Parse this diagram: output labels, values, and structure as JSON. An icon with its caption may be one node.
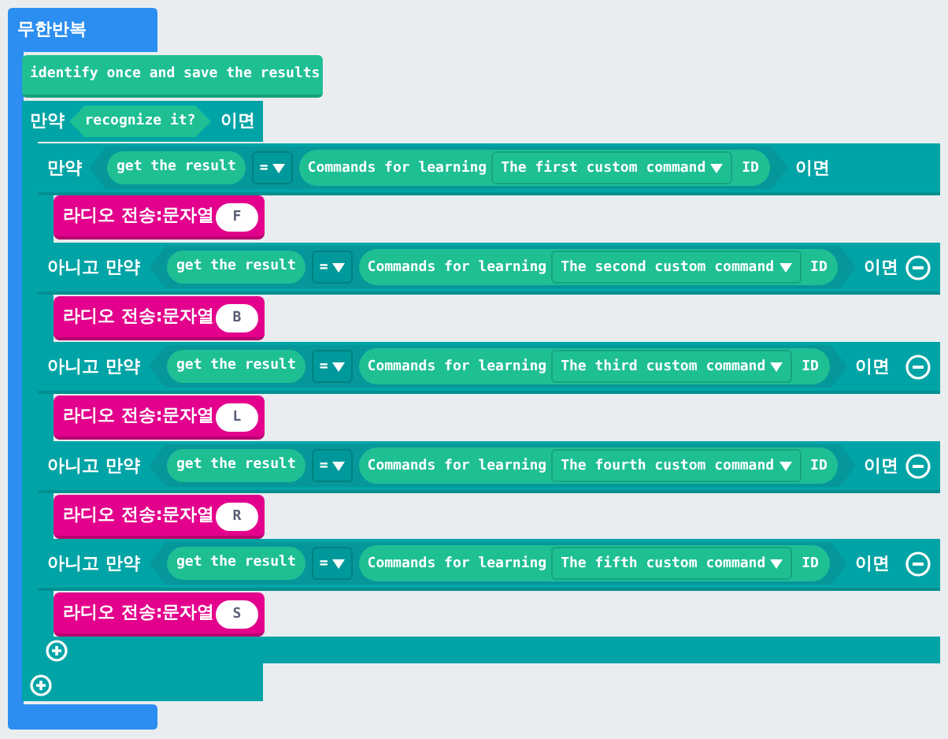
{
  "diagram": {
    "nodes": [
      {
        "text": [
          "무한반복"
        ]
      },
      {
        "text": [
          "identify once and save the results"
        ]
      },
      {
        "text": [
          "만약",
          "이면"
        ]
      },
      {
        "text": [
          "recognize it?"
        ],
        "in": 2
      },
      {
        "text": [],
        "shape": "box"
      },
      {
        "text": [
          "만약",
          "이면"
        ],
        "in": 4
      },
      {
        "text": [],
        "shape": "hexagon",
        "in": 5
      },
      {
        "text": [
          "get the result"
        ],
        "in": 6
      },
      {
        "text": [
          "="
        ],
        "in": 6
      },
      {
        "text": [
          "Commands for learning",
          "ID"
        ],
        "in": 6
      },
      {
        "text": [
          "The first custom command"
        ],
        "in": 9
      },
      {
        "text": [
          "라디오 전송:문자열"
        ],
        "in": 4
      },
      {
        "text": [
          "F"
        ],
        "in": 11
      },
      {
        "text": [
          "아니고 만약",
          "이면"
        ],
        "in": 4
      },
      {
        "text": [],
        "shape": "hexagon",
        "in": 13
      },
      {
        "text": [
          "get the result"
        ],
        "in": 14
      },
      {
        "text": [
          "="
        ],
        "in": 14
      },
      {
        "text": [
          "Commands for learning",
          "ID"
        ],
        "in": 14
      },
      {
        "text": [
          "The second custom command"
        ],
        "in": 17
      },
      {
        "text": [
          "라디오 전송:문자열"
        ],
        "in": 4
      },
      {
        "text": [
          "B"
        ],
        "in": 19
      },
      {
        "text": [
          "아니고 만약",
          "이면"
        ],
        "in": 4
      },
      {
        "text": [],
        "shape": "hexagon",
        "in": 21
      },
      {
        "text": [
          "get the result"
        ],
        "in": 22
      },
      {
        "text": [
          "="
        ],
        "in": 22
      },
      {
        "text": [
          "Commands for learning",
          "ID"
        ],
        "in": 22
      },
      {
        "text": [
          "The third custom command"
        ],
        "in": 25
      },
      {
        "text": [
          "라디오 전송:문자열"
        ],
        "in": 4
      },
      {
        "text": [
          "L"
        ],
        "in": 27
      },
      {
        "text": [
          "아니고 만약",
          "이면"
        ],
        "in": 4
      },
      {
        "text": [],
        "shape": "hexagon",
        "in": 29
      },
      {
        "text": [
          "get the result"
        ],
        "in": 30
      },
      {
        "text": [
          "="
        ],
        "in": 30
      },
      {
        "text": [
          "Commands for learning",
          "ID"
        ],
        "in": 30
      },
      {
        "text": [
          "The fourth custom command"
        ],
        "in": 33
      },
      {
        "text": [
          "라디오 전송:문자열"
        ],
        "in": 4
      },
      {
        "text": [
          "R"
        ],
        "in": 35
      },
      {
        "text": [
          "아니고 만약",
          "이면"
        ],
        "in": 4
      },
      {
        "text": [],
        "shape": "hexagon",
        "in": 37
      },
      {
        "text": [
          "get the result"
        ],
        "in": 38
      },
      {
        "text": [
          "="
        ],
        "in": 38
      },
      {
        "text": [
          "Commands for learning",
          "ID"
        ],
        "in": 38
      },
      {
        "text": [
          "The fifth custom command"
        ],
        "in": 41
      },
      {
        "text": [
          "라디오 전송:문자열"
        ],
        "in": 4
      },
      {
        "text": [
          "S"
        ],
        "in": 43
      }
    ]
  }
}
